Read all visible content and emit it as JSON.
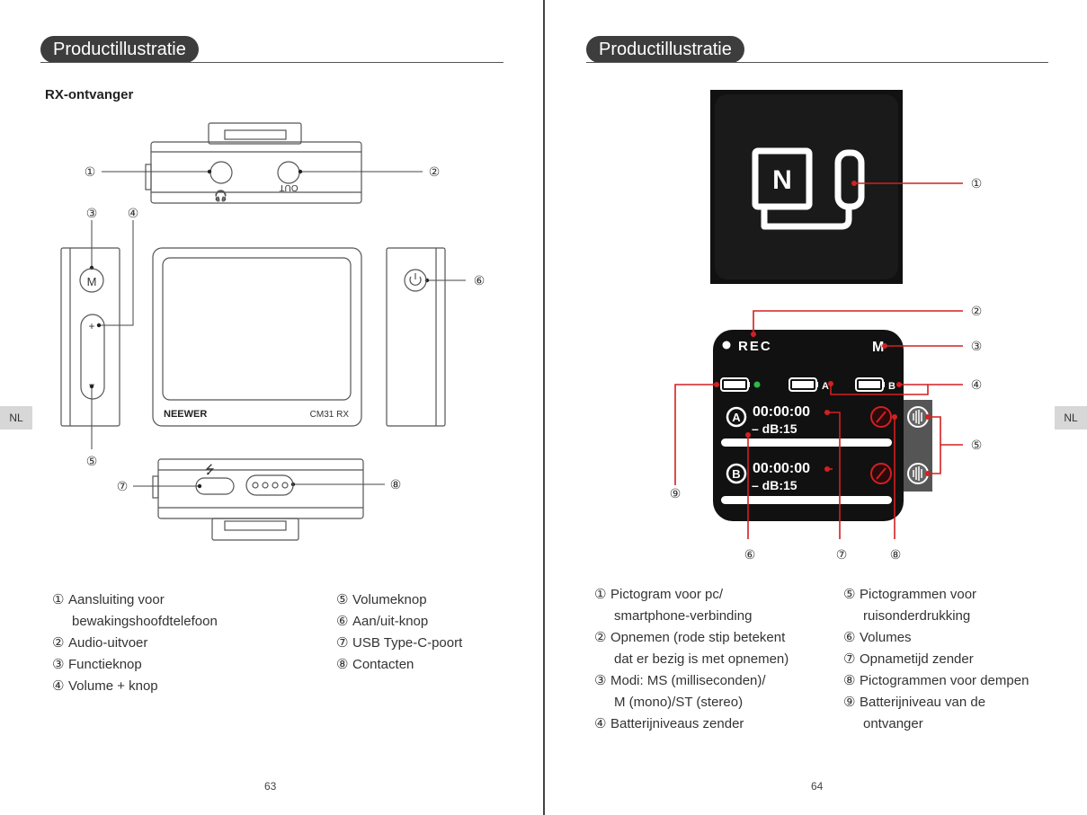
{
  "left_page": {
    "header": "Productillustratie",
    "subtitle": "RX-ontvanger",
    "side_tab": "NL",
    "device": {
      "brand": "NEEWER",
      "model": "CM31 RX",
      "jack_label": "OUT",
      "mode_button_label": "M",
      "plus_label": "+",
      "minus_label": "−"
    },
    "callouts": [
      "①",
      "②",
      "③",
      "④",
      "⑤",
      "⑥",
      "⑦",
      "⑧"
    ],
    "legend_col1": [
      {
        "num": "①",
        "lines": [
          "Aansluiting voor",
          "bewakingshoofdtelefoon"
        ]
      },
      {
        "num": "②",
        "lines": [
          "Audio-uitvoer"
        ]
      },
      {
        "num": "③",
        "lines": [
          "Functieknop"
        ]
      },
      {
        "num": "④",
        "lines": [
          "Volume + knop"
        ]
      }
    ],
    "legend_col2": [
      {
        "num": "⑤",
        "lines": [
          "Volumeknop"
        ]
      },
      {
        "num": "⑥",
        "lines": [
          "Aan/uit-knop"
        ]
      },
      {
        "num": "⑦",
        "lines": [
          "USB Type-C-poort"
        ]
      },
      {
        "num": "⑧",
        "lines": [
          "Contacten"
        ]
      }
    ],
    "page_number": "63"
  },
  "right_page": {
    "header": "Productillustratie",
    "side_tab": "NL",
    "icon_letter": "N",
    "screen": {
      "rec": "REC",
      "mode": "M",
      "battery_a": "A",
      "battery_b": "B",
      "channel_a": "A",
      "channel_b": "B",
      "time_a": "00:00:00",
      "time_b": "00:00:00",
      "db_a": "– dB:15",
      "db_b": "– dB:15"
    },
    "callouts": [
      "①",
      "②",
      "③",
      "④",
      "⑤",
      "⑥",
      "⑦",
      "⑧",
      "⑨"
    ],
    "legend_col1": [
      {
        "num": "①",
        "lines": [
          "Pictogram voor pc/",
          "smartphone-verbinding"
        ]
      },
      {
        "num": "②",
        "lines": [
          "Opnemen (rode stip betekent",
          "dat er bezig is met opnemen)"
        ]
      },
      {
        "num": "③",
        "lines": [
          "Modi: MS (milliseconden)/",
          "M (mono)/ST (stereo)"
        ]
      },
      {
        "num": "④",
        "lines": [
          "Batterijniveaus zender"
        ]
      }
    ],
    "legend_col2": [
      {
        "num": "⑤",
        "lines": [
          "Pictogrammen voor",
          "ruisonderdrukking"
        ]
      },
      {
        "num": "⑥",
        "lines": [
          "Volumes"
        ]
      },
      {
        "num": "⑦",
        "lines": [
          "Opnametijd zender"
        ]
      },
      {
        "num": "⑧",
        "lines": [
          "Pictogrammen voor dempen"
        ]
      },
      {
        "num": "⑨",
        "lines": [
          "Batterijniveau van de",
          "ontvanger"
        ]
      }
    ],
    "page_number": "64"
  },
  "colors": {
    "callout_red": "#d42020",
    "header_pill": "#3d3d3d",
    "screen_black": "#111111",
    "indicator_green": "#2db84c"
  }
}
